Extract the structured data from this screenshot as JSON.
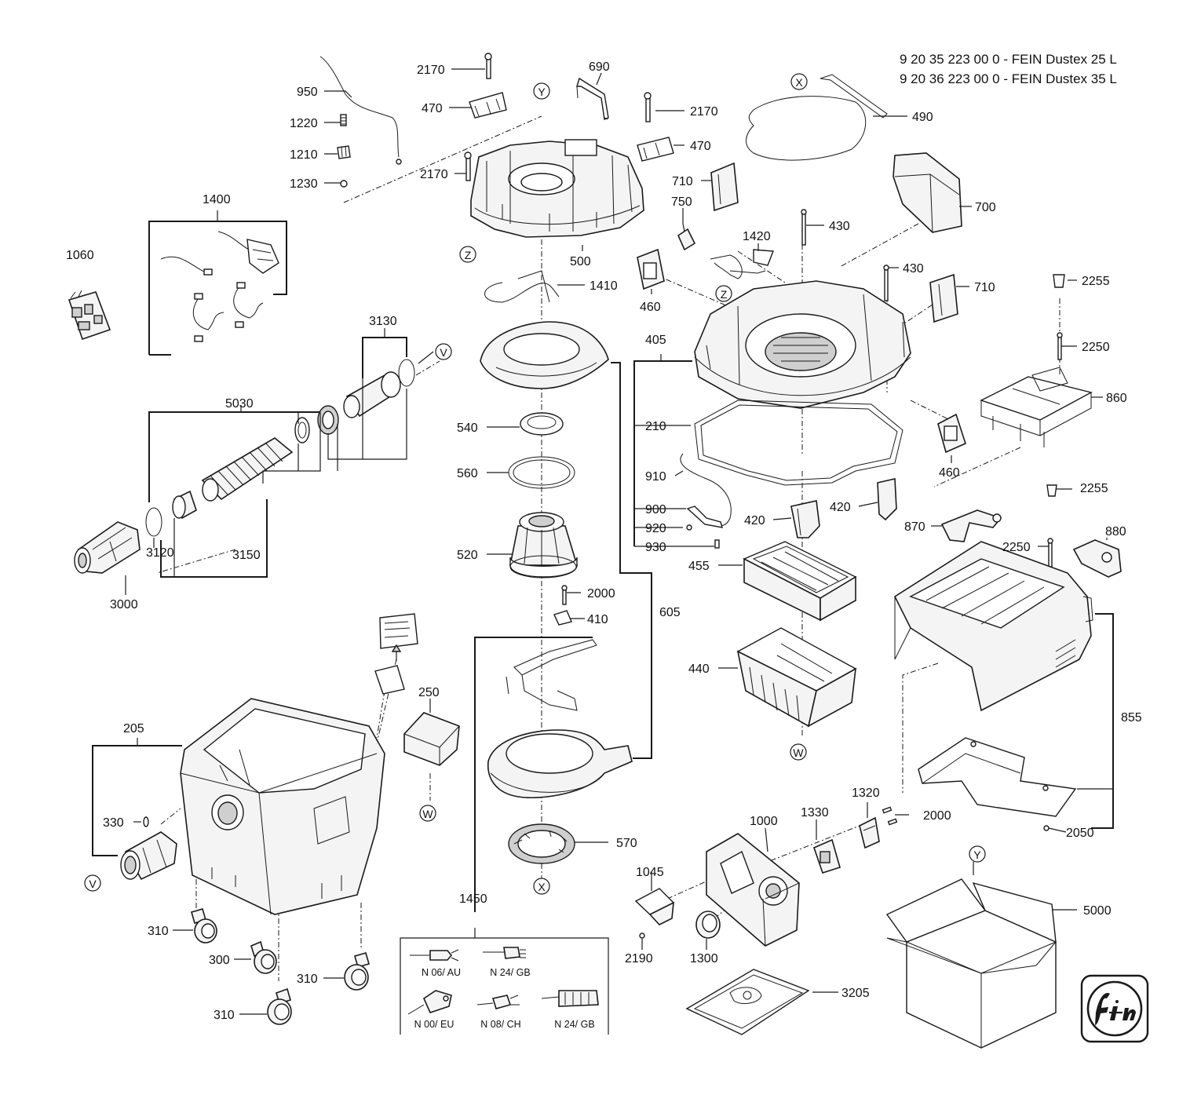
{
  "header": {
    "model_lines": [
      "9 20 35 223 00 0 - FEIN Dustex 25 L",
      "9 20 36 223 00 0 - FEIN Dustex 35 L"
    ]
  },
  "callouts": {
    "c950": "950",
    "c1220": "1220",
    "c1210": "1210",
    "c1230": "1230",
    "c2170a": "2170",
    "c470a": "470",
    "c2170b": "2170",
    "c690": "690",
    "c2170c": "2170",
    "c470b": "470",
    "c500": "500",
    "c1400": "1400",
    "c1060": "1060",
    "c1410": "1410",
    "c750": "750",
    "c710a": "710",
    "c1420": "1420",
    "c430a": "430",
    "c700": "700",
    "c490": "490",
    "c460a": "460",
    "c430b": "430",
    "c710b": "710",
    "c2255a": "2255",
    "c2250a": "2250",
    "c860": "860",
    "c460b": "460",
    "c405": "405",
    "c210": "210",
    "c910": "910",
    "c900": "900",
    "c920": "920",
    "c930": "930",
    "c420a": "420",
    "c420b": "420",
    "c455": "455",
    "c440": "440",
    "c3130": "3130",
    "c5030": "5030",
    "c3120": "3120",
    "c3150": "3150",
    "c3000": "3000",
    "c540": "540",
    "c560": "560",
    "c520": "520",
    "c2000a": "2000",
    "c410": "410",
    "c605": "605",
    "c570": "570",
    "c1450": "1450",
    "c250": "250",
    "c205": "205",
    "c330": "330",
    "c310a": "310",
    "c300": "300",
    "c310b": "310",
    "c310c": "310",
    "c2255b": "2255",
    "c870": "870",
    "c880": "880",
    "c2250b": "2250",
    "c855": "855",
    "c2050": "2050",
    "c1320": "1320",
    "c1330": "1330",
    "c2000b": "2000",
    "c1000": "1000",
    "c1045": "1045",
    "c2190": "2190",
    "c1300": "1300",
    "c3205": "3205",
    "c5000": "5000"
  },
  "reference_marks": {
    "y_top": "Y",
    "x_top": "X",
    "z_left": "Z",
    "z_mid": "Z",
    "v_right": "V",
    "w_filter": "W",
    "w_bin": "W",
    "x_bottom": "X",
    "v_left": "V",
    "y_box": "Y"
  },
  "plug_variants": [
    "N 06/ AU",
    "N 24/ GB",
    "N 00/ EU",
    "N 08/ CH",
    "N 24/ GB"
  ],
  "logo": {
    "text": "fein"
  }
}
